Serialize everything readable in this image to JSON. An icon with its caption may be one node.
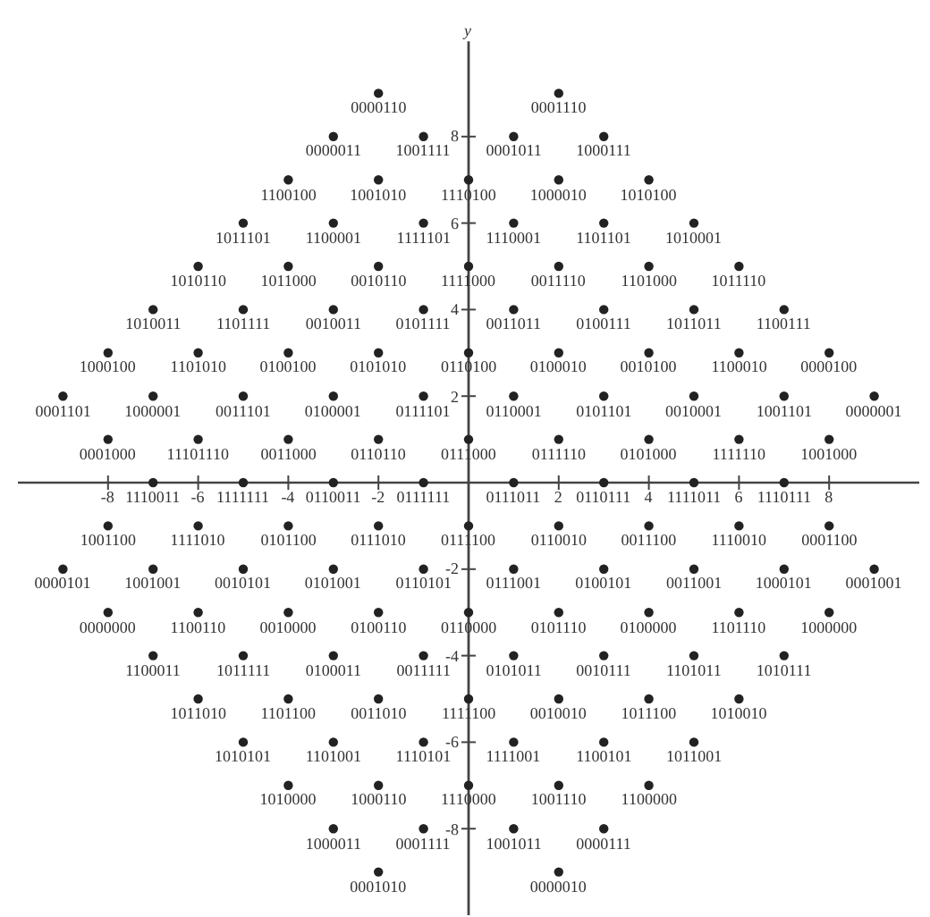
{
  "diagram": {
    "chart_data": {
      "type": "scatter",
      "ylabel": "y",
      "xlim": [
        -10,
        10
      ],
      "ylim": [
        -10,
        10.2
      ],
      "xticks": [
        -8,
        -6,
        -4,
        -2,
        2,
        4,
        6,
        8
      ],
      "yticks": [
        -8,
        -6,
        -4,
        -2,
        2,
        4,
        6,
        8
      ],
      "x": [
        -2,
        2,
        -3,
        -1,
        1,
        3,
        -4,
        -2,
        0,
        2,
        4,
        -5,
        -3,
        -1,
        1,
        3,
        5,
        -6,
        -4,
        -2,
        0,
        2,
        4,
        6,
        -7,
        -5,
        -3,
        -1,
        1,
        3,
        5,
        7,
        -8,
        -6,
        -4,
        -2,
        0,
        2,
        4,
        6,
        8,
        -9,
        -7,
        -5,
        -3,
        -1,
        1,
        3,
        5,
        7,
        9,
        -8,
        -6,
        -4,
        -2,
        0,
        2,
        4,
        6,
        8,
        -7,
        -5,
        -3,
        -1,
        1,
        3,
        5,
        7,
        -8,
        -6,
        -4,
        -2,
        0,
        2,
        4,
        6,
        8,
        -9,
        -7,
        -5,
        -3,
        -1,
        1,
        3,
        5,
        7,
        9,
        -8,
        -6,
        -4,
        -2,
        0,
        2,
        4,
        6,
        8,
        -7,
        -5,
        -3,
        -1,
        1,
        3,
        5,
        7,
        -6,
        -4,
        -2,
        0,
        2,
        4,
        6,
        -5,
        -3,
        -1,
        1,
        3,
        5,
        -4,
        -2,
        0,
        2,
        4,
        -3,
        -1,
        1,
        3,
        -2,
        2
      ],
      "series": [
        {
          "color": "#222222",
          "values": [
            9,
            9,
            8,
            8,
            8,
            8,
            7,
            7,
            7,
            7,
            7,
            6,
            6,
            6,
            6,
            6,
            6,
            5,
            5,
            5,
            5,
            5,
            5,
            5,
            4,
            4,
            4,
            4,
            4,
            4,
            4,
            4,
            3,
            3,
            3,
            3,
            3,
            3,
            3,
            3,
            3,
            2,
            2,
            2,
            2,
            2,
            2,
            2,
            2,
            2,
            2,
            1,
            1,
            1,
            1,
            1,
            1,
            1,
            1,
            1,
            0,
            0,
            0,
            0,
            0,
            0,
            0,
            0,
            -1,
            -1,
            -1,
            -1,
            -1,
            -1,
            -1,
            -1,
            -1,
            -2,
            -2,
            -2,
            -2,
            -2,
            -2,
            -2,
            -2,
            -2,
            -2,
            -3,
            -3,
            -3,
            -3,
            -3,
            -3,
            -3,
            -3,
            -3,
            -4,
            -4,
            -4,
            -4,
            -4,
            -4,
            -4,
            -4,
            -5,
            -5,
            -5,
            -5,
            -5,
            -5,
            -5,
            -6,
            -6,
            -6,
            -6,
            -6,
            -6,
            -7,
            -7,
            -7,
            -7,
            -7,
            -8,
            -8,
            -8,
            -8,
            -9,
            -9
          ]
        }
      ],
      "value_labels": [
        "0000110",
        "0001110",
        "0000011",
        "1001111",
        "0001011",
        "1000111",
        "1100100",
        "1001010",
        "1110100",
        "1000010",
        "1010100",
        "1011101",
        "1100001",
        "1111101",
        "1110001",
        "1101101",
        "1010001",
        "1010110",
        "1011000",
        "0010110",
        "1111000",
        "0011110",
        "1101000",
        "1011110",
        "1010011",
        "1101111",
        "0010011",
        "0101111",
        "0011011",
        "0100111",
        "1011011",
        "1100111",
        "1000100",
        "1101010",
        "0100100",
        "0101010",
        "0110100",
        "0100010",
        "0010100",
        "1100010",
        "0000100",
        "0001101",
        "1000001",
        "0011101",
        "0100001",
        "0111101",
        "0110001",
        "0101101",
        "0010001",
        "1001101",
        "0000001",
        "0001000",
        "11101110",
        "0011000",
        "0110110",
        "0111000",
        "0111110",
        "0101000",
        "1111110",
        "1001000",
        "1110011",
        "1111111",
        "0110011",
        "0111111",
        "0111011",
        "0110111",
        "1111011",
        "1110111",
        "1001100",
        "1111010",
        "0101100",
        "0111010",
        "0111100",
        "0110010",
        "0011100",
        "1110010",
        "0001100",
        "0000101",
        "1001001",
        "0010101",
        "0101001",
        "0110101",
        "0111001",
        "0100101",
        "0011001",
        "1000101",
        "0001001",
        "0000000",
        "1100110",
        "0010000",
        "0100110",
        "0110000",
        "0101110",
        "0100000",
        "1101110",
        "1000000",
        "1100011",
        "1011111",
        "0100011",
        "0011111",
        "0101011",
        "0010111",
        "1101011",
        "1010111",
        "1011010",
        "1101100",
        "0011010",
        "1111100",
        "0010010",
        "1011100",
        "1010010",
        "1010101",
        "1101001",
        "1110101",
        "1111001",
        "1100101",
        "1011001",
        "1010000",
        "1000110",
        "1110000",
        "1001110",
        "1100000",
        "1000011",
        "0001111",
        "1001011",
        "0000111",
        "0001010",
        "0000010"
      ]
    }
  }
}
